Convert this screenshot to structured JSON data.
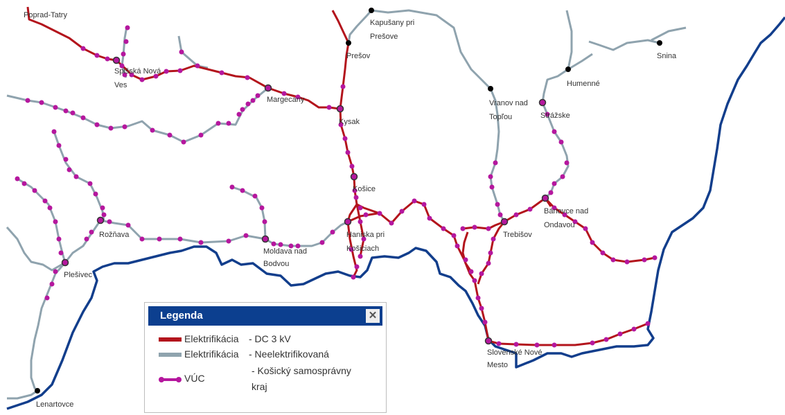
{
  "colors": {
    "electrified": "#b3141c",
    "non_electrified": "#8fa3ae",
    "vuc": "#b5179e",
    "border": "#123e8c",
    "legend_header": "#0c3f8f"
  },
  "cities": {
    "poprad": "Poprad-Tatry",
    "kapusany_1": "Kapušany pri",
    "kapusany_2": "Prešove",
    "presov": "Prešov",
    "snina": "Snina",
    "snv_1": "Spišská Nová",
    "snv_2": "Ves",
    "humenne": "Humenné",
    "margecany": "Margecany",
    "vranov_1": "Vranov nad",
    "vranov_2": "Topľou",
    "strazske": "Strážske",
    "kysak": "Kysak",
    "kosice": "Košice",
    "rozhnava": "Rožňava",
    "moldava_1": "Moldava nad",
    "moldava_2": "Bodvou",
    "hanisca_1": "Haniska pri",
    "hanisca_2": "Košiciach",
    "trebisov": "Trebišov",
    "bancovce_1": "Bánovce nad",
    "bancovce_2": "Ondavou",
    "plesivec": "Plešivec",
    "slnm_1": "Slovenské Nové",
    "slnm_2": "Mesto",
    "lenartovce": "Lenartovce"
  },
  "legend": {
    "title": "Legenda",
    "close_icon": "close-icon",
    "items": [
      {
        "label": "Elektrifikácia",
        "desc": "- DC 3 kV",
        "symbol": "line-red"
      },
      {
        "label": "Elektrifikácia",
        "desc": "- Neelektrifikovaná",
        "symbol": "line-grey"
      },
      {
        "label": "VÚC",
        "desc_1": "- Košický samosprávny",
        "desc_2": "kraj",
        "symbol": "dotted-magenta"
      }
    ]
  }
}
